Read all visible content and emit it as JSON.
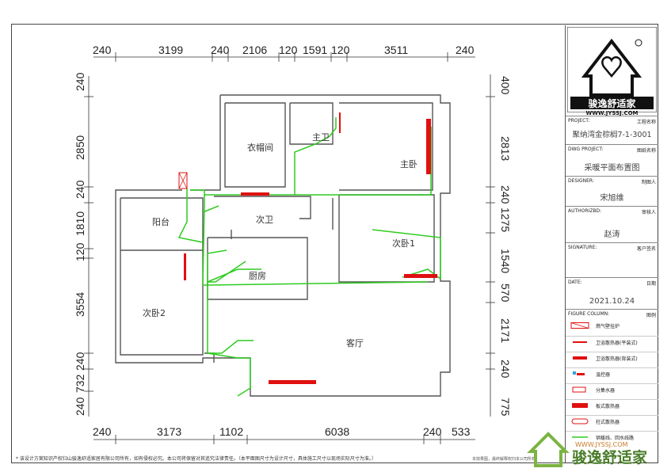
{
  "dims": {
    "top": [
      "240",
      "3199",
      "240",
      "2106",
      "120",
      "1591",
      "120",
      "3511",
      "240"
    ],
    "bottom": [
      "240",
      "3173",
      "1102",
      "6038",
      "240",
      "533"
    ],
    "left": [
      "240",
      "2850",
      "240",
      "1810",
      "120",
      "3554",
      "240",
      "732",
      "240"
    ],
    "right": [
      "400",
      "2813",
      "240",
      "1275",
      "1540",
      "570",
      "2171",
      "240",
      "775"
    ]
  },
  "rooms": {
    "cloakroom": "衣帽间",
    "master_bath": "主卫",
    "master_bedroom": "主卧",
    "balcony": "阳台",
    "second_bath": "次卫",
    "bedroom1": "次卧1",
    "kitchen": "厨房",
    "bedroom2": "次卧2",
    "living": "客厅"
  },
  "logo": {
    "brand": "骏逸舒适家",
    "url": "WWW.JYSSJ.COM"
  },
  "title_block": {
    "project_label": "PROJECT:",
    "project_cn": "工程名称",
    "project_value": "聚纳湾金棕榈7-1-3001",
    "dwg_label": "DWG PROJECT:",
    "dwg_cn": "图纸名称",
    "dwg_value": "采暖平面布置图",
    "designer_label": "DESIGNER:",
    "designer_cn": "制图人",
    "designer_value": "宋旭维",
    "author_label": "AUTHORIZBD:",
    "author_cn": "审核人",
    "author_value": "赵涛",
    "sign_label": "SIGNATURE:",
    "sign_cn": "客户签名",
    "date_label": "DATE:",
    "date_cn": "日期",
    "date_value": "2021.10.24",
    "figure_label": "FIGURE COLUMN:",
    "figure_cn": "图例"
  },
  "legend": [
    {
      "label": "燃气壁挂炉",
      "icon": "boiler-icon"
    },
    {
      "label": "卫浴散热器(平装式)",
      "icon": "bath-radiator-flat-icon"
    },
    {
      "label": "卫浴散热器(背装式)",
      "icon": "bath-radiator-back-icon"
    },
    {
      "label": "温控器",
      "icon": "thermostat-icon"
    },
    {
      "label": "分集水器",
      "icon": "manifold-icon"
    },
    {
      "label": "板式散热器",
      "icon": "panel-radiator-icon"
    },
    {
      "label": "柱式散热器",
      "icon": "column-radiator-icon"
    },
    {
      "label": "供暖线、回水线路",
      "icon": "pipe-line-icon"
    }
  ],
  "footer_note": "* 该设计方案知识产权归山骏逸舒适家居有限公司所有，如有侵权必究。本公司将保留对其追究法律责任。（本平面图尺寸为设计尺寸，具体施工尺寸以现场实际尺寸为准。）",
  "footer_note2": "本效果图，最终解释权归本公司所有",
  "watermark": {
    "brand": "骏逸舒适家",
    "url": "WWW.JYSSJ.COM"
  }
}
